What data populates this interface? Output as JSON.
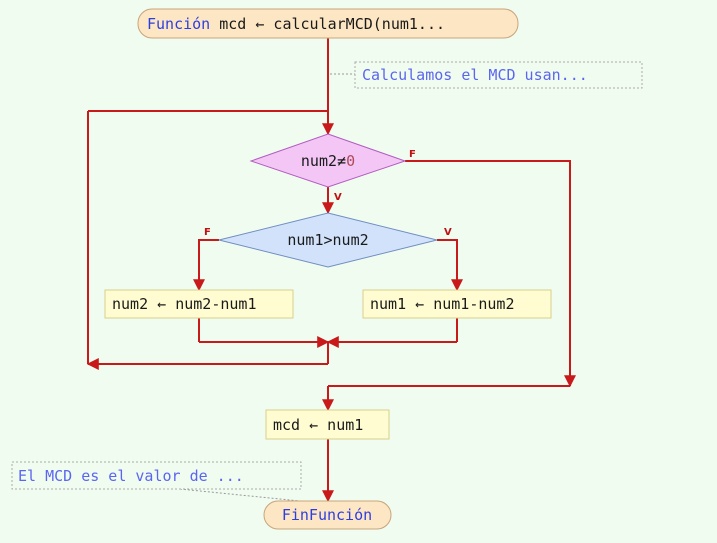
{
  "colors": {
    "background": "#f1fcf1",
    "flow_line": "#c81a1a",
    "terminal_fill": "#fde6c4",
    "terminal_stroke": "#c7a57a",
    "process_fill": "#fffcd2",
    "process_stroke": "#d6cf8a",
    "decision_outer_fill": "#f3c6f5",
    "decision_outer_stroke": "#b25cbf",
    "decision_inner_fill": "#d2e2fb",
    "decision_inner_stroke": "#6f8fc2",
    "comment_text": "#5b66f0",
    "keyword_text": "#2d3ee0"
  },
  "start": {
    "keyword": "Función",
    "rest": " mcd ← calcularMCD(num1..."
  },
  "comment_top": "Calculamos el MCD usan...",
  "loop_condition": {
    "left": "num2≠",
    "number": "0"
  },
  "inner_condition": "num1>num2",
  "branch_labels": {
    "loop_false": "F",
    "loop_true": "V",
    "inner_false": "F",
    "inner_true": "V"
  },
  "assign_false": "num2 ← num2-num1",
  "assign_true": "num1 ← num1-num2",
  "assign_result": "mcd ← num1",
  "comment_bottom": "El MCD es el valor de ...",
  "end_label": "FinFunción"
}
